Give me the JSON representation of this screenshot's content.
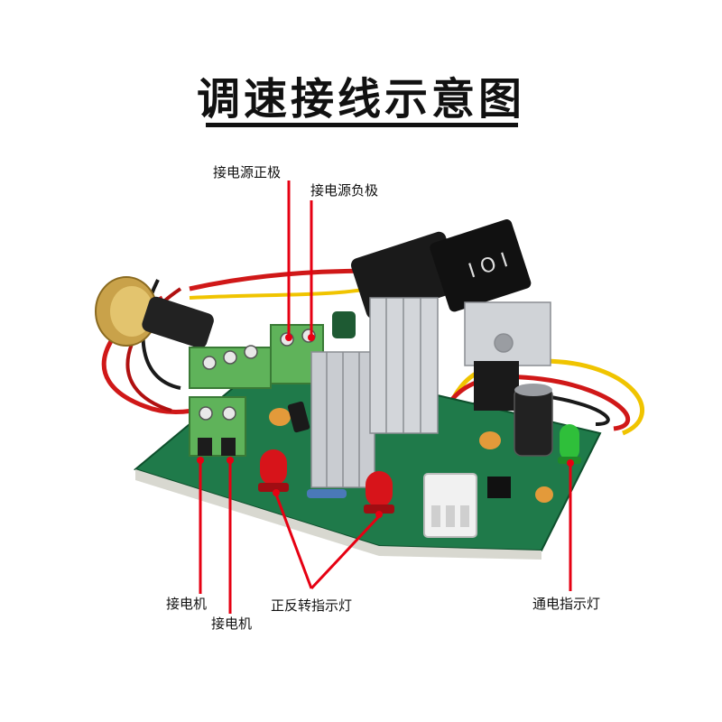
{
  "title": "调速接线示意图",
  "labels": {
    "power_positive": "接电源正极",
    "power_negative": "接电源负极",
    "motor_1": "接电机",
    "motor_2": "接电机",
    "direction_indicator": "正反转指示灯",
    "power_indicator": "通电指示灯"
  },
  "colors": {
    "leader": "#e60012",
    "pcb": "#1f7a4a",
    "terminal": "#5fb35a",
    "heatsink": "#c9ccd1",
    "switch": "#111111",
    "led_red": "#d7141a",
    "led_green": "#2fbf3a"
  }
}
